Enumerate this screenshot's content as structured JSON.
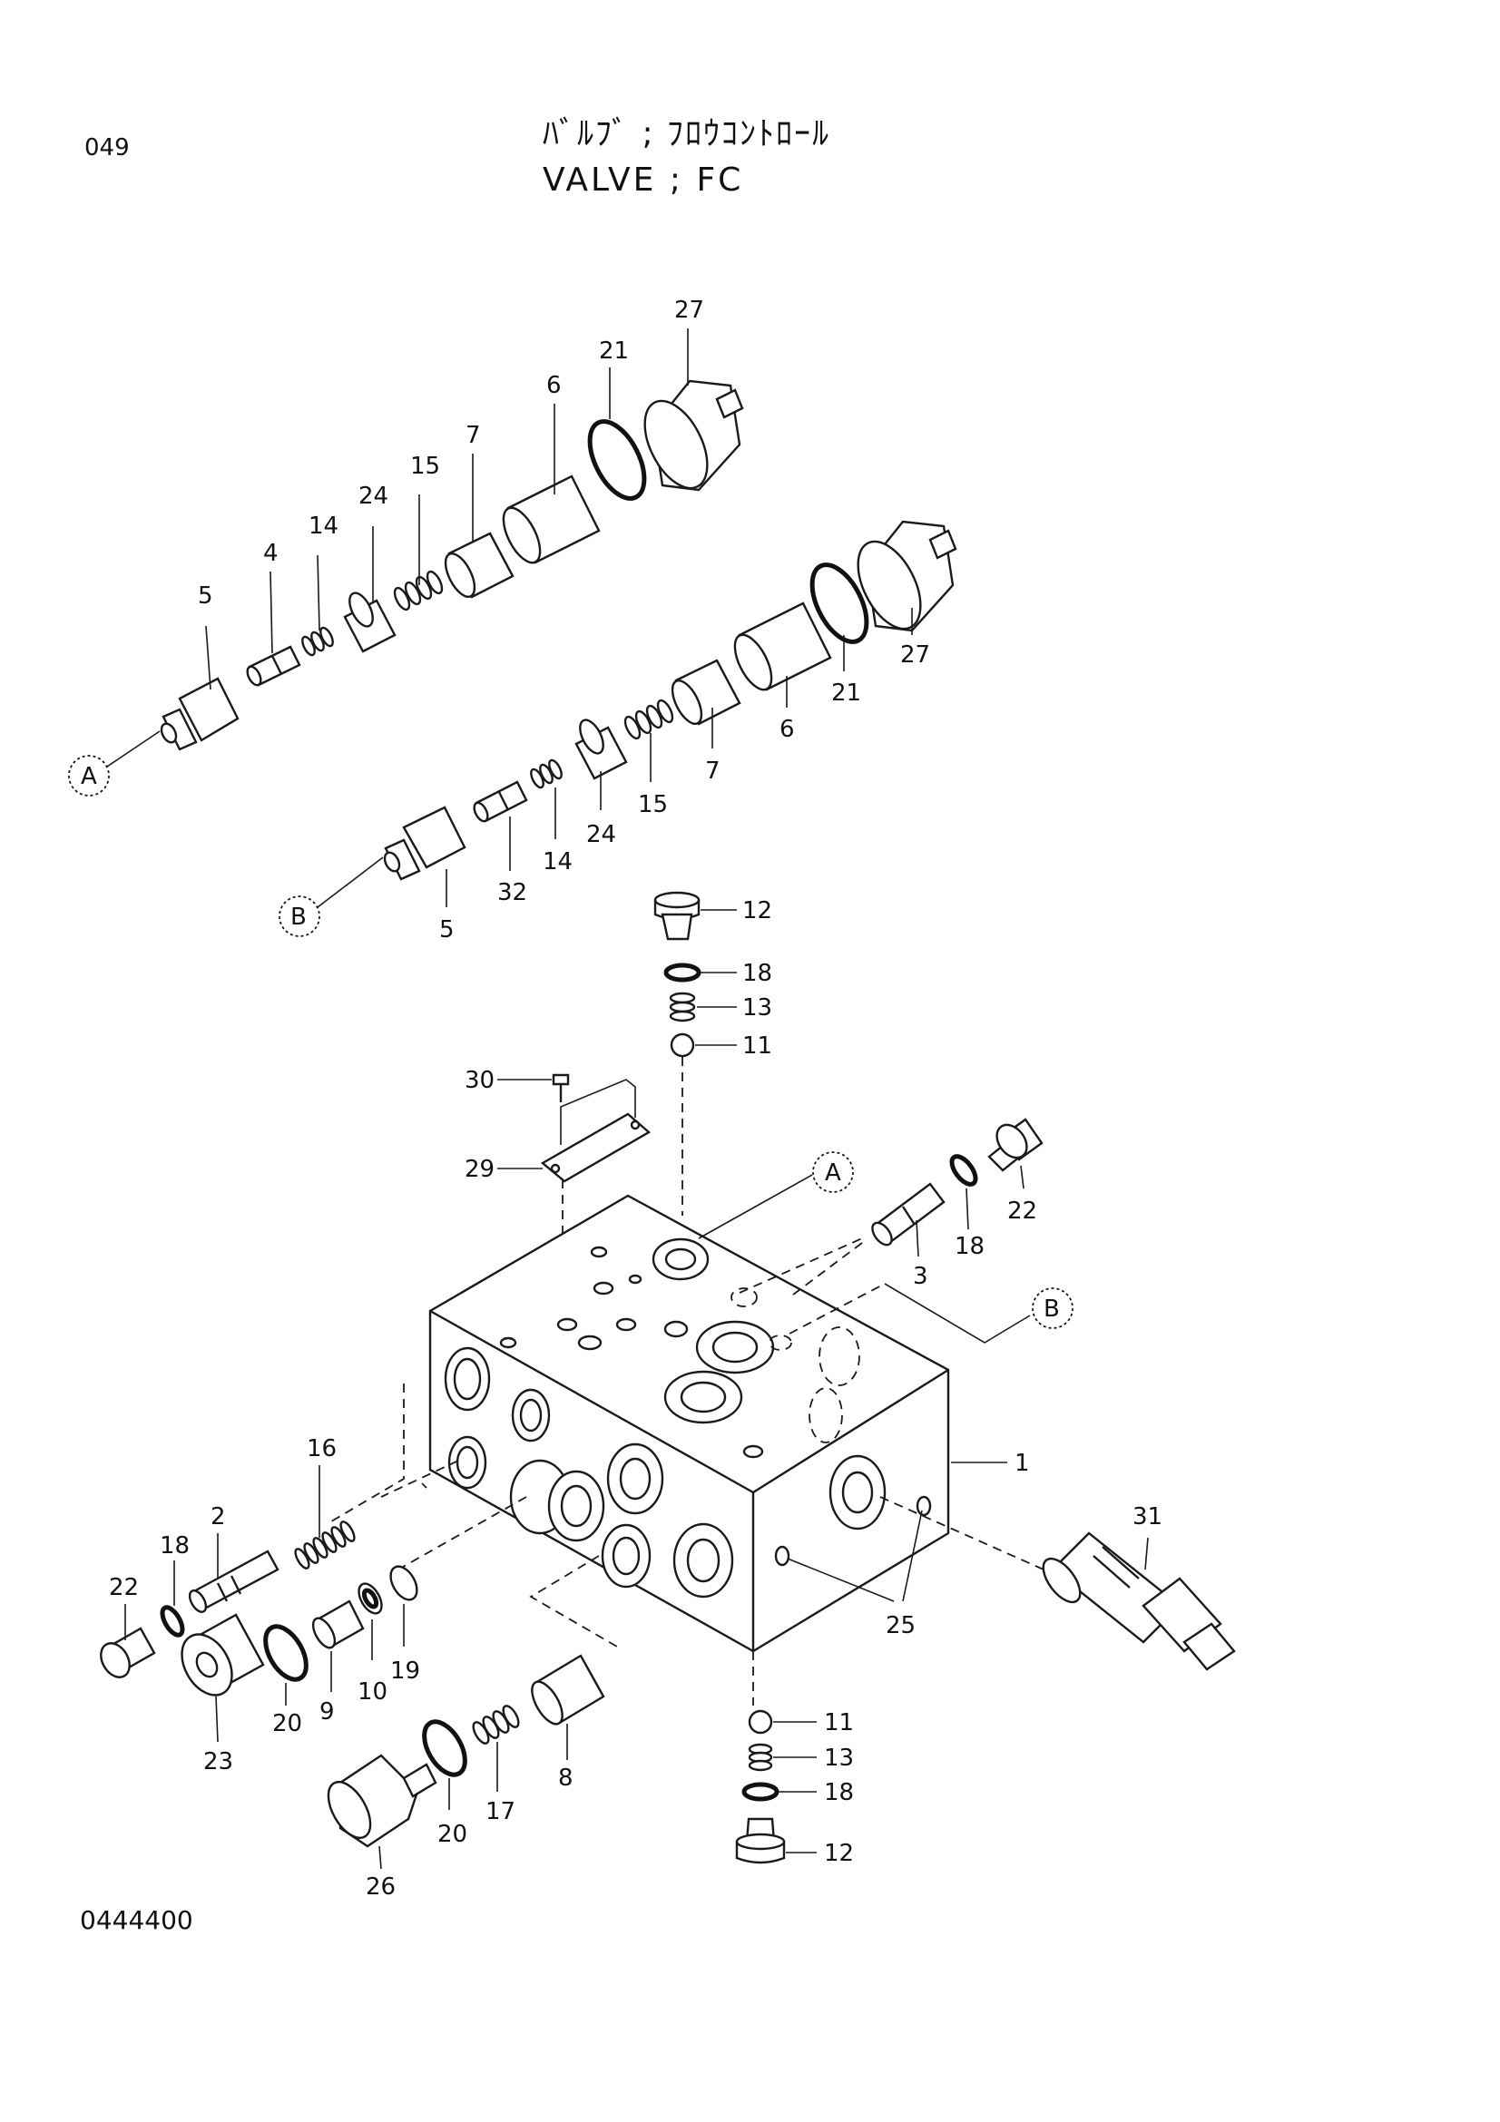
{
  "header": {
    "page_number": "049",
    "title_jp": "ﾊﾞﾙﾌﾞ ; ﾌﾛｳｺﾝﾄﾛｰﾙ",
    "title_en": "VALVE ; FC"
  },
  "footer": {
    "drawing_code": "0444400"
  },
  "refs": {
    "A": "A",
    "B": "B"
  },
  "parts": {
    "p1": "1",
    "p2": "2",
    "p3": "3",
    "p4": "4",
    "p5": "5",
    "p6": "6",
    "p7": "7",
    "p8": "8",
    "p9": "9",
    "p10": "10",
    "p11": "11",
    "p12": "12",
    "p13": "13",
    "p14": "14",
    "p15": "15",
    "p16": "16",
    "p17": "17",
    "p18": "18",
    "p19": "19",
    "p20": "20",
    "p21": "21",
    "p22": "22",
    "p23": "23",
    "p24": "24",
    "p25": "25",
    "p26": "26",
    "p27": "27",
    "p29": "29",
    "p30": "30",
    "p31": "31",
    "p32": "32"
  }
}
